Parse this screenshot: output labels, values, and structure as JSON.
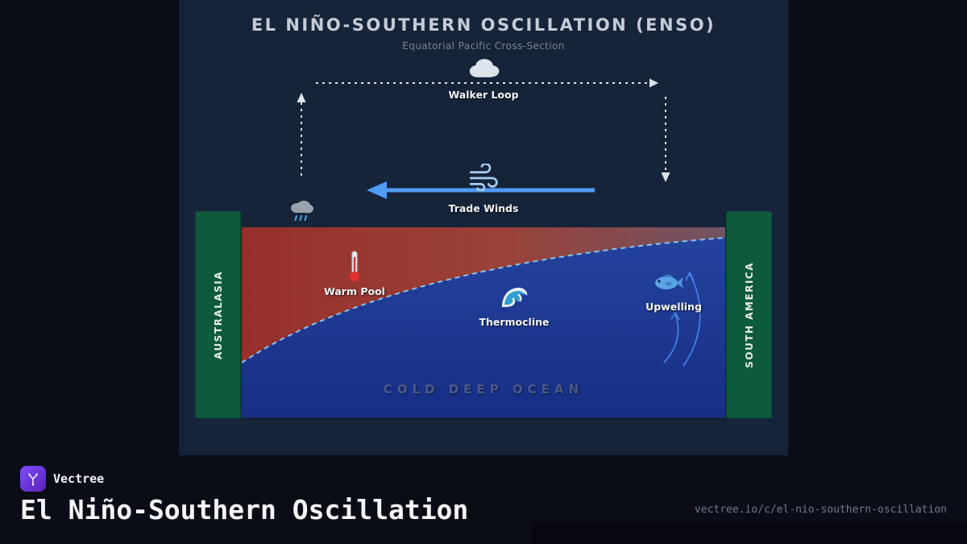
{
  "diagram": {
    "title": "EL NIÑO-SOUTHERN OSCILLATION (ENSO)",
    "subtitle": "Equatorial Pacific Cross-Section",
    "labels": {
      "walker_loop": "Walker Loop",
      "trade_winds": "Trade Winds",
      "warm_pool": "Warm Pool",
      "thermocline": "Thermocline",
      "upwelling": "Upwelling",
      "cold_deep_ocean": "COLD DEEP OCEAN",
      "left_landmass": "AUSTRALASIA",
      "right_landmass": "SOUTH AMERICA"
    },
    "icons": [
      "cloud-icon",
      "rain-cloud-icon",
      "wind-icon",
      "thermometer-icon",
      "wave-icon",
      "fish-icon"
    ]
  },
  "footer": {
    "brand": "Vectree",
    "page_title": "El Niño-Southern Oscillation",
    "url": "vectree.io/c/el-nio-southern-oscillation"
  },
  "colors": {
    "page_bg": "#0b0d16",
    "panel_bg": "#16243a",
    "land_green": "#0d5a3c",
    "ocean_blue": "#1e3a9c",
    "warm_red": "#96302a",
    "trade_wind_blue": "#4f9cf5",
    "thermocline_blue": "#8fd1f8",
    "dashed_arrow": "#dfe4ea",
    "brand_purple": "#6d3ff0"
  }
}
